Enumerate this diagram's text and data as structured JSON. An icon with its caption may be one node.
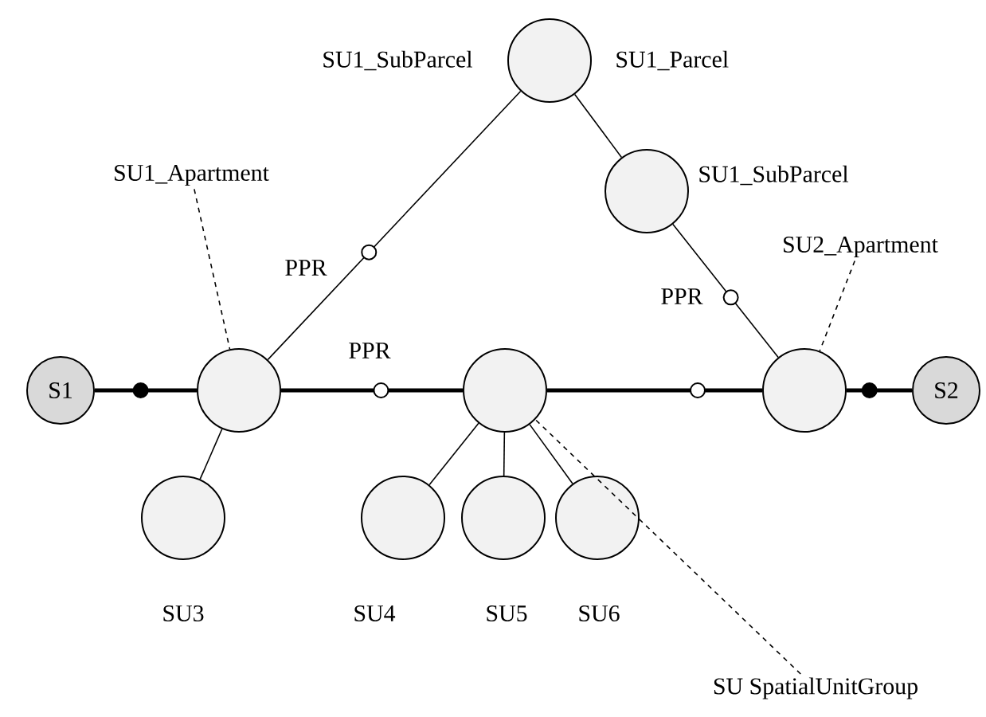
{
  "diagram": {
    "nodes": [
      {
        "text": [
          "S1"
        ]
      },
      {
        "text": [],
        "shape": "circle"
      },
      {
        "text": [],
        "shape": "circle"
      },
      {
        "text": [],
        "shape": "circle"
      },
      {
        "text": [
          "S2"
        ]
      },
      {
        "text": [],
        "shape": "circle",
        "beside": [
          "SU1_SubParcel",
          "SU1_Parcel"
        ]
      },
      {
        "text": [],
        "shape": "circle",
        "beside": [
          "SU1_SubParcel"
        ]
      },
      {
        "text": [],
        "shape": "circle",
        "beside": [
          "SU3"
        ]
      },
      {
        "text": [],
        "shape": "circle",
        "beside": [
          "SU4"
        ]
      },
      {
        "text": [],
        "shape": "circle",
        "beside": [
          "SU5"
        ]
      },
      {
        "text": [],
        "shape": "circle",
        "beside": [
          "SU6"
        ]
      },
      {
        "text": [
          "SU1_Apartment"
        ]
      },
      {
        "text": [
          "SU2_Apartment"
        ]
      },
      {
        "text": [
          "SU SpatialUnitGroup"
        ]
      }
    ],
    "edges": [
      {
        "from": 0,
        "to": 1,
        "arrow": "none",
        "style": "thick"
      },
      {
        "from": 1,
        "to": 2,
        "arrow": "none",
        "style": "thick",
        "label": "PPR"
      },
      {
        "from": 2,
        "to": 3,
        "arrow": "none",
        "style": "thick"
      },
      {
        "from": 3,
        "to": 4,
        "arrow": "none",
        "style": "thick"
      },
      {
        "from": 1,
        "to": 5,
        "arrow": "none",
        "label": "PPR"
      },
      {
        "from": 5,
        "to": 6,
        "arrow": "none"
      },
      {
        "from": 6,
        "to": 3,
        "arrow": "none",
        "label": "PPR"
      },
      {
        "from": 1,
        "to": 7,
        "arrow": "none"
      },
      {
        "from": 2,
        "to": 8,
        "arrow": "none"
      },
      {
        "from": 2,
        "to": 9,
        "arrow": "none"
      },
      {
        "from": 2,
        "to": 10,
        "arrow": "none"
      },
      {
        "from": 11,
        "to": 1,
        "arrow": "none",
        "style": "dashed"
      },
      {
        "from": 12,
        "to": 3,
        "arrow": "none",
        "style": "dashed"
      },
      {
        "from": 13,
        "to": 2,
        "arrow": "none",
        "style": "dashed"
      }
    ]
  }
}
